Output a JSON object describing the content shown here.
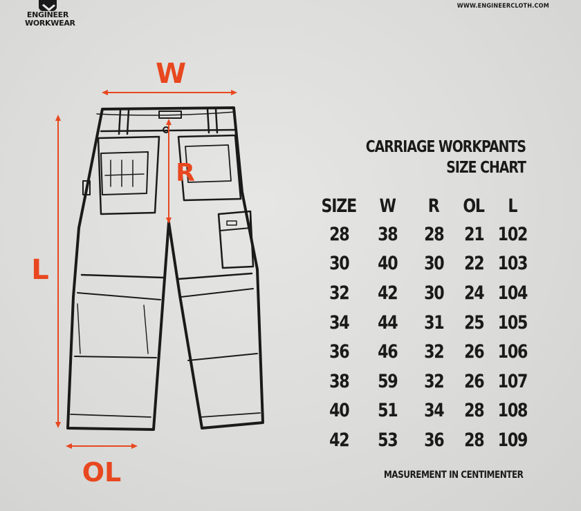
{
  "brand": {
    "line1": "ENGINEER",
    "line2": "WORKWEAR"
  },
  "website": "WWW.ENGINEERCLOTH.COM",
  "labels": {
    "w": "W",
    "r": "R",
    "l": "L",
    "ol": "OL"
  },
  "title": {
    "line1": "CARRIAGE WORKPANTS",
    "line2": "SIZE CHART"
  },
  "table": {
    "headers": [
      "SIZE",
      "W",
      "R",
      "OL",
      "L"
    ],
    "rows": [
      [
        "28",
        "38",
        "28",
        "21",
        "102"
      ],
      [
        "30",
        "40",
        "30",
        "22",
        "103"
      ],
      [
        "32",
        "42",
        "30",
        "24",
        "104"
      ],
      [
        "34",
        "44",
        "31",
        "25",
        "105"
      ],
      [
        "36",
        "46",
        "32",
        "26",
        "106"
      ],
      [
        "38",
        "59",
        "32",
        "26",
        "107"
      ],
      [
        "40",
        "51",
        "34",
        "28",
        "108"
      ],
      [
        "42",
        "53",
        "36",
        "28",
        "109"
      ]
    ]
  },
  "footnote": "MASUREMENT IN CENTIMENTER",
  "colors": {
    "accent": "#e8471f",
    "ink": "#1a1a1a",
    "paper": "#dcdcda"
  },
  "icons": {
    "logo": "shield-check-icon"
  }
}
